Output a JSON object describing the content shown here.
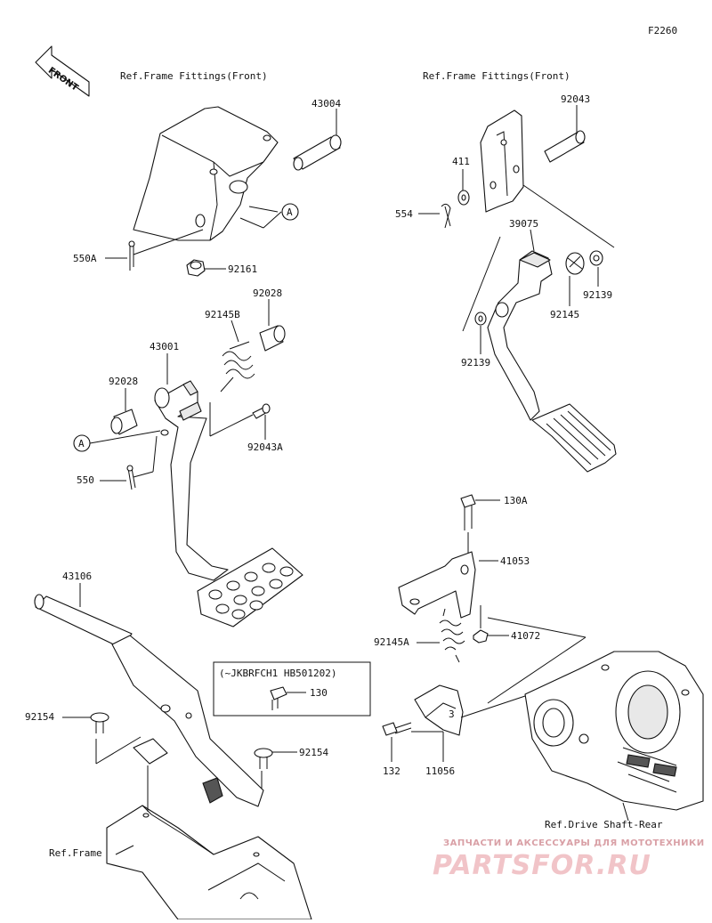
{
  "diagram_code": "F2260",
  "front_label": "FRONT",
  "refs": {
    "frame_fittings_left": "Ref.Frame Fittings(Front)",
    "frame_fittings_right": "Ref.Frame Fittings(Front)",
    "drive_shaft_rear": "Ref.Drive Shaft-Rear",
    "frame": "Ref.Frame"
  },
  "callout_a": "A",
  "parts": {
    "p43004": "43004",
    "p550A": "550A",
    "p92161": "92161",
    "p92028_top": "92028",
    "p92145B": "92145B",
    "p43001": "43001",
    "p92028_left": "92028",
    "p92043A": "92043A",
    "p550": "550",
    "p43106": "43106",
    "p92154_left": "92154",
    "p92154_right": "92154",
    "p92043": "92043",
    "p411": "411",
    "p554": "554",
    "p39075": "39075",
    "p92139_right": "92139",
    "p92145": "92145",
    "p92139_left": "92139",
    "p130A": "130A",
    "p41053": "41053",
    "p92145A": "92145A",
    "p41072": "41072",
    "p132": "132",
    "p11056": "11056",
    "p130": "130"
  },
  "note_box": {
    "text": "(~JKBRFCH1 HB501202)"
  },
  "watermark": {
    "line1": "ЗАПЧАСТИ И АКСЕССУАРЫ ДЛЯ МОТОТЕХНИКИ",
    "line2": "PARTSFOR.RU"
  }
}
